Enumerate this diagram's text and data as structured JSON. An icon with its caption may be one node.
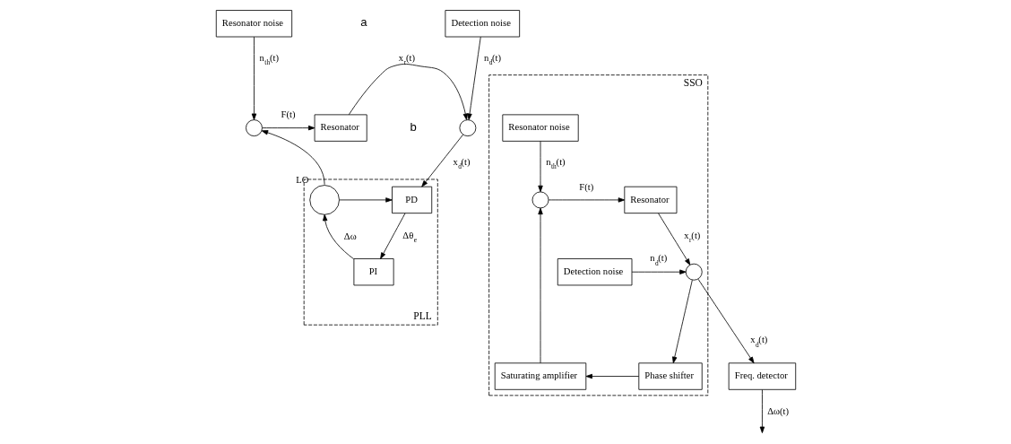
{
  "diagram": {
    "nodes": [
      {
        "text": [
          "Resonator noise"
        ]
      },
      {
        "text": [
          "Detection noise"
        ]
      },
      {
        "text": [],
        "shape": "circle"
      },
      {
        "text": [
          "Resonator"
        ]
      },
      {
        "text": [],
        "shape": "circle"
      },
      {
        "text": [
          "PLL"
        ]
      },
      {
        "text": [],
        "shape": "circle",
        "beside": [
          "LO"
        ],
        "in": 5
      },
      {
        "text": [
          "PD"
        ],
        "in": 5
      },
      {
        "text": [
          "PI"
        ],
        "in": 5
      },
      {
        "text": [
          "SSO"
        ]
      },
      {
        "text": [
          "Resonator noise"
        ],
        "in": 9
      },
      {
        "text": [],
        "shape": "circle",
        "in": 9
      },
      {
        "text": [
          "Resonator"
        ],
        "in": 9
      },
      {
        "text": [],
        "shape": "circle",
        "in": 9
      },
      {
        "text": [
          "Detection noise"
        ],
        "in": 9
      },
      {
        "text": [
          "Saturating amplifier"
        ],
        "in": 9
      },
      {
        "text": [
          "Phase shifter"
        ],
        "in": 9
      },
      {
        "text": [
          "Freq. detector"
        ]
      }
    ],
    "edges": [
      {
        "from": 0,
        "to": 2,
        "arrow": "to",
        "label": "n$_{th}$(t)"
      },
      {
        "from": 1,
        "to": 4,
        "arrow": "to",
        "label": "n$_{d}$(t)"
      },
      {
        "from": 2,
        "to": 3,
        "arrow": "to",
        "label": "F(t)"
      },
      {
        "from": 3,
        "to": 4,
        "arrow": "to",
        "label": "x$_{r}$(t)"
      },
      {
        "from": 4,
        "to": 7,
        "arrow": "to",
        "label": "x$_{d}$(t)"
      },
      {
        "from": 6,
        "to": 2,
        "arrow": "to"
      },
      {
        "from": 6,
        "to": 7,
        "arrow": "to"
      },
      {
        "from": 7,
        "to": 8,
        "arrow": "to",
        "label": "Δθ$_{e}$"
      },
      {
        "from": 8,
        "to": 6,
        "arrow": "to",
        "label": "Δω"
      },
      {
        "from": 10,
        "to": 11,
        "arrow": "to",
        "label": "n$_{th}$(t)"
      },
      {
        "from": 11,
        "to": 12,
        "arrow": "to",
        "label": "F(t)"
      },
      {
        "from": 12,
        "to": 13,
        "arrow": "to",
        "label": "x$_{r}$(t)"
      },
      {
        "from": 14,
        "to": 13,
        "arrow": "to",
        "label": "n$_{d}$(t)"
      },
      {
        "from": 13,
        "to": 16,
        "arrow": "to"
      },
      {
        "from": 13,
        "to": 17,
        "arrow": "to",
        "label": "x$_{d}$(t)"
      },
      {
        "from": 16,
        "to": 15,
        "arrow": "to"
      },
      {
        "from": 15,
        "to": 11,
        "arrow": "to"
      },
      {
        "from": 17,
        "to": null,
        "arrow": "to",
        "label": "Δω(t)"
      }
    ],
    "labels": [
      "a",
      "b"
    ]
  }
}
